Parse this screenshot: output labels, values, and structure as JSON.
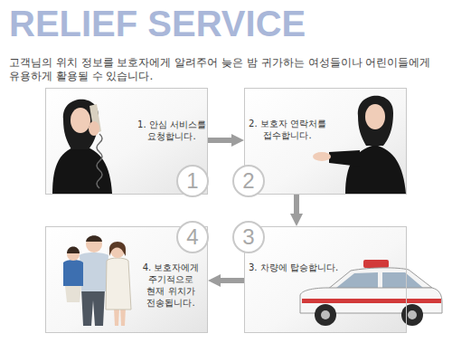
{
  "diagram": {
    "title": "RELIEF SERVICE",
    "caption": "고객님의 위치 정보를 보호자에게 알려주어 늦은 밤 귀가하는 여성들이나 어린이들에게 유용하게 활용될 수 있습니다.",
    "nodes": [
      {
        "text": [
          "1. 안심 서비스를 요청합니다."
        ]
      },
      {
        "text": [
          "1"
        ]
      },
      {
        "text": [
          "2. 보호자 연락처를 접수합니다."
        ]
      },
      {
        "text": [
          "2"
        ]
      },
      {
        "text": [
          "3. 차량에 탑승합니다."
        ]
      },
      {
        "text": [
          "3"
        ]
      },
      {
        "text": [
          "4. 보호자에게 주기적으로 현재 위치가 전송됩니다."
        ]
      },
      {
        "text": [
          "4"
        ]
      }
    ],
    "edges": [
      {
        "from": 0,
        "to": 2,
        "arrow": "to"
      },
      {
        "from": 2,
        "to": 4,
        "arrow": "to"
      },
      {
        "from": 4,
        "to": 6,
        "arrow": "to"
      }
    ]
  }
}
